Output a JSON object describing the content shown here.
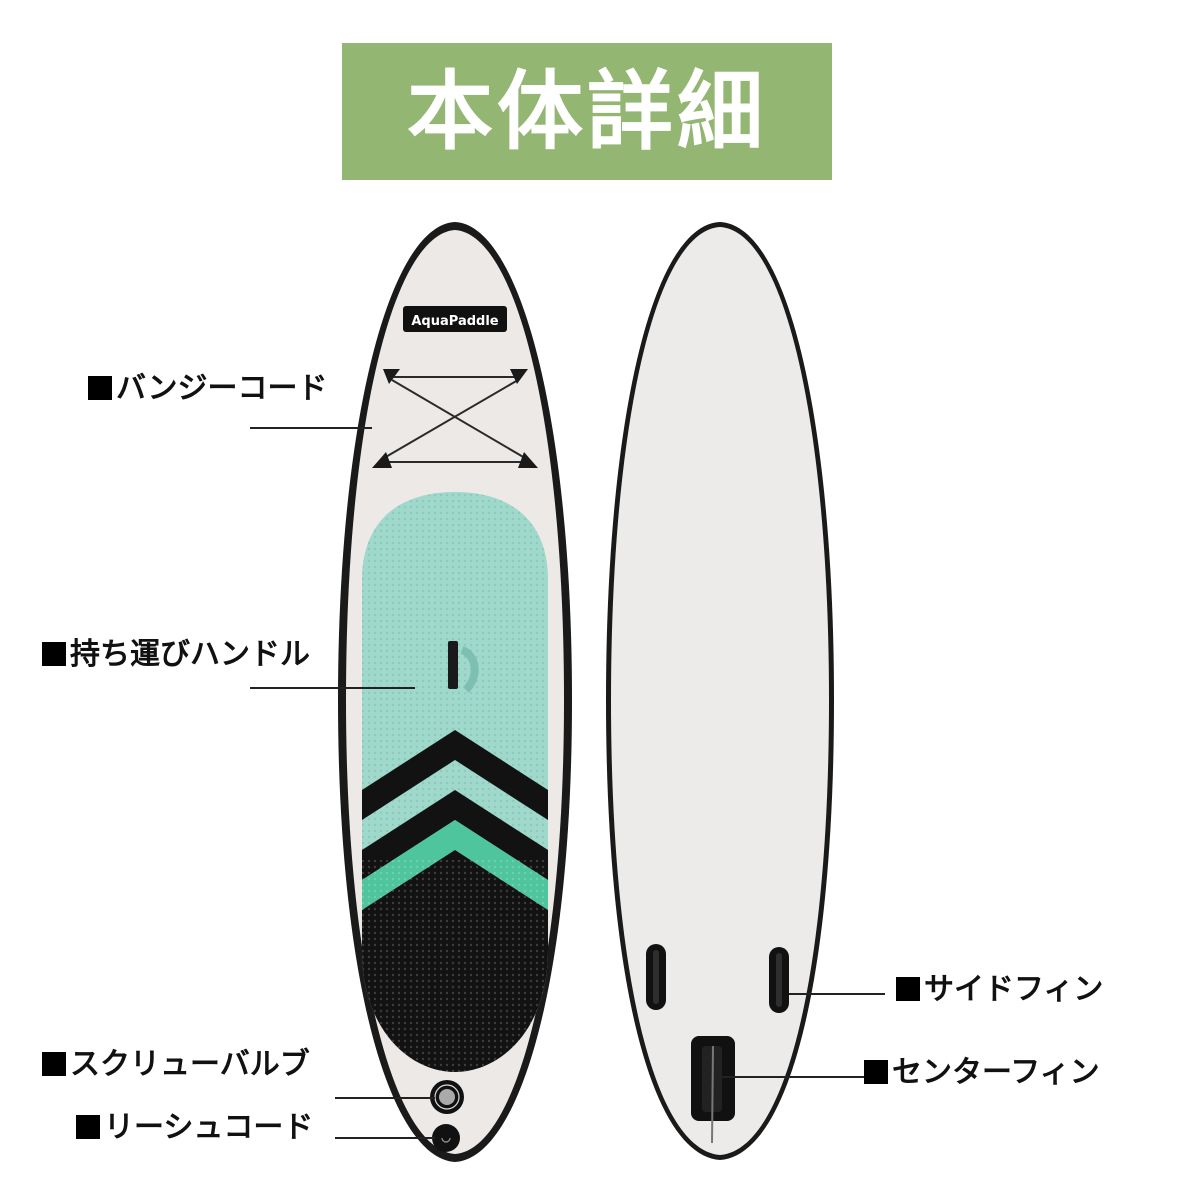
{
  "title": "本体詳細",
  "brand_logo": "AquaPaddle",
  "colors": {
    "banner": "#94b673",
    "board_body": "#ece9e6",
    "board_rim": "#1a1a1a",
    "deck_pad_mint": "#9ed9cc",
    "deck_pad_green": "#4fc59d",
    "deck_pad_black": "#111111"
  },
  "labels": {
    "bungee_cord": "バンジーコード",
    "carry_handle": "持ち運びハンドル",
    "screw_valve": "スクリューバルブ",
    "leash_cord": "リーシュコード",
    "side_fin": "サイドフィン",
    "center_fin": "センターフィン"
  }
}
